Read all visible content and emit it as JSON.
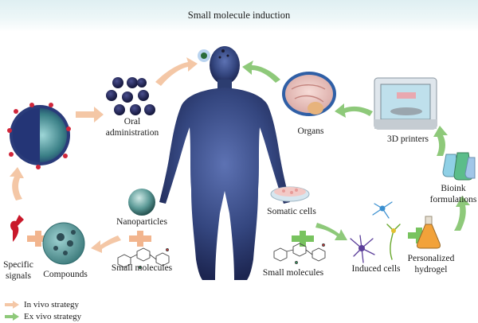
{
  "title": "Small molecule induction",
  "labels": {
    "oral_administration": [
      "Oral",
      "administration"
    ],
    "organs": "Organs",
    "printers_3d": "3D printers",
    "bioink": [
      "Bioink",
      "formulations"
    ],
    "somatic_cells": "Somatic cells",
    "small_molecules_right": "Small molecules",
    "induced_cells": "Induced cells",
    "personalized_hydrogel": [
      "Personalized",
      "hydrogel"
    ],
    "nanoparticles": "Nanoparticles",
    "small_molecules_left": "Small molecules",
    "specific_signals": [
      "Specific",
      "signals"
    ],
    "compounds": "Compounds"
  },
  "legend": [
    {
      "label": "In vivo strategy",
      "color": "#f4c7a6"
    },
    {
      "label": "Ex vivo strategy",
      "color": "#8ec97a"
    }
  ],
  "colors": {
    "in_vivo_arrow": "#f4c7a6",
    "ex_vivo_arrow": "#8ec97a",
    "body": "#2c3d70",
    "plus": "#f2b58e",
    "plus_green": "#78c35f"
  }
}
